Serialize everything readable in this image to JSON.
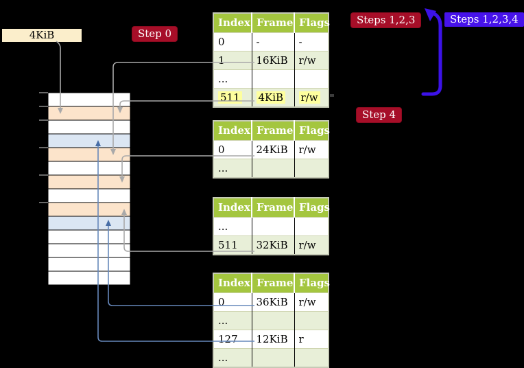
{
  "label_4kib": "4KiB",
  "badges": {
    "step0": "Step 0",
    "steps123": "Steps 1,2,3",
    "steps1234": "Steps 1,2,3,4",
    "step4": "Step 4"
  },
  "tables": [
    {
      "headers": [
        "Index",
        "Frame",
        "Flags"
      ],
      "rows": [
        {
          "cells": [
            "0",
            "-",
            "-"
          ]
        },
        {
          "cells": [
            "1",
            "16KiB",
            "r/w"
          ]
        },
        {
          "cells": [
            "...",
            "",
            ""
          ]
        },
        {
          "cells": [
            "511",
            "4KiB",
            "r/w"
          ],
          "highlight": true
        }
      ]
    },
    {
      "headers": [
        "Index",
        "Frame",
        "Flags"
      ],
      "rows": [
        {
          "cells": [
            "0",
            "24KiB",
            "r/w"
          ]
        },
        {
          "cells": [
            "...",
            "",
            ""
          ]
        }
      ]
    },
    {
      "headers": [
        "Index",
        "Frame",
        "Flags"
      ],
      "rows": [
        {
          "cells": [
            "...",
            "",
            ""
          ]
        },
        {
          "cells": [
            "511",
            "32KiB",
            "r/w"
          ]
        }
      ]
    },
    {
      "headers": [
        "Index",
        "Frame",
        "Flags"
      ],
      "rows": [
        {
          "cells": [
            "0",
            "36KiB",
            "r/w"
          ]
        },
        {
          "cells": [
            "...",
            "",
            ""
          ]
        },
        {
          "cells": [
            "127",
            "12KiB",
            "r"
          ]
        },
        {
          "cells": [
            "...",
            "",
            ""
          ]
        }
      ]
    }
  ],
  "memory_strip": {
    "rows": [
      {
        "fill": "#ffffff"
      },
      {
        "fill": "#fce4cb"
      },
      {
        "fill": "#ffffff"
      },
      {
        "fill": "#dbe6f3"
      },
      {
        "fill": "#fce4cb"
      },
      {
        "fill": "#ffffff"
      },
      {
        "fill": "#fce4cb"
      },
      {
        "fill": "#ffffff"
      },
      {
        "fill": "#fce4cb"
      },
      {
        "fill": "#dbe6f3"
      },
      {
        "fill": "#ffffff"
      },
      {
        "fill": "#ffffff"
      },
      {
        "fill": "#ffffff"
      },
      {
        "fill": "#ffffff"
      }
    ]
  },
  "colors": {
    "background": "#000000",
    "label_bg": "#fbeecb",
    "crimson": "#a60e28",
    "blue_violet": "#4713ea",
    "header_green": "#a4c63f",
    "row_green": "#e8efd8",
    "row_orange": "#fce4cb",
    "row_blue": "#dbe6f3",
    "highlight_yellow": "#feff9e",
    "gray_arrow": "#a9a9a9",
    "blue_arrow": "#6688bb",
    "blue_arrow_head": "#476da6",
    "thick_blue": "#3c12e8",
    "tick_gray": "#8c8c8c"
  }
}
